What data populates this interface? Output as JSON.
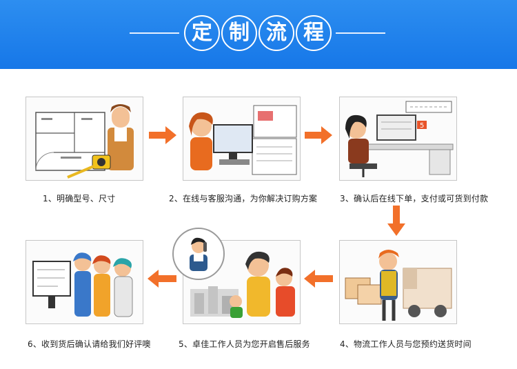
{
  "header": {
    "title_chars": [
      "定",
      "制",
      "流",
      "程"
    ],
    "background": "#1a7de9",
    "text_color": "#ffffff"
  },
  "arrow_color": "#f2702a",
  "steps": [
    {
      "caption": "1、明确型号、尺寸",
      "illustration": "floor-plan-and-tape-measure"
    },
    {
      "caption": "2、在线与客服沟通，为你解决订购方案",
      "illustration": "customer-service-agent-with-monitors"
    },
    {
      "caption": "3、确认后在线下单，支付或可货到付款",
      "illustration": "person-ordering-at-computer"
    },
    {
      "caption": "4、物流工作人员与您预约送货时间",
      "illustration": "delivery-man-with-truck"
    },
    {
      "caption": "5、卓佳工作人员为您开启售后服务",
      "illustration": "after-sales-service-team"
    },
    {
      "caption": "6、收到货后确认请给我们好评噢",
      "illustration": "group-looking-at-screen"
    }
  ],
  "step3_sign_text": "5"
}
